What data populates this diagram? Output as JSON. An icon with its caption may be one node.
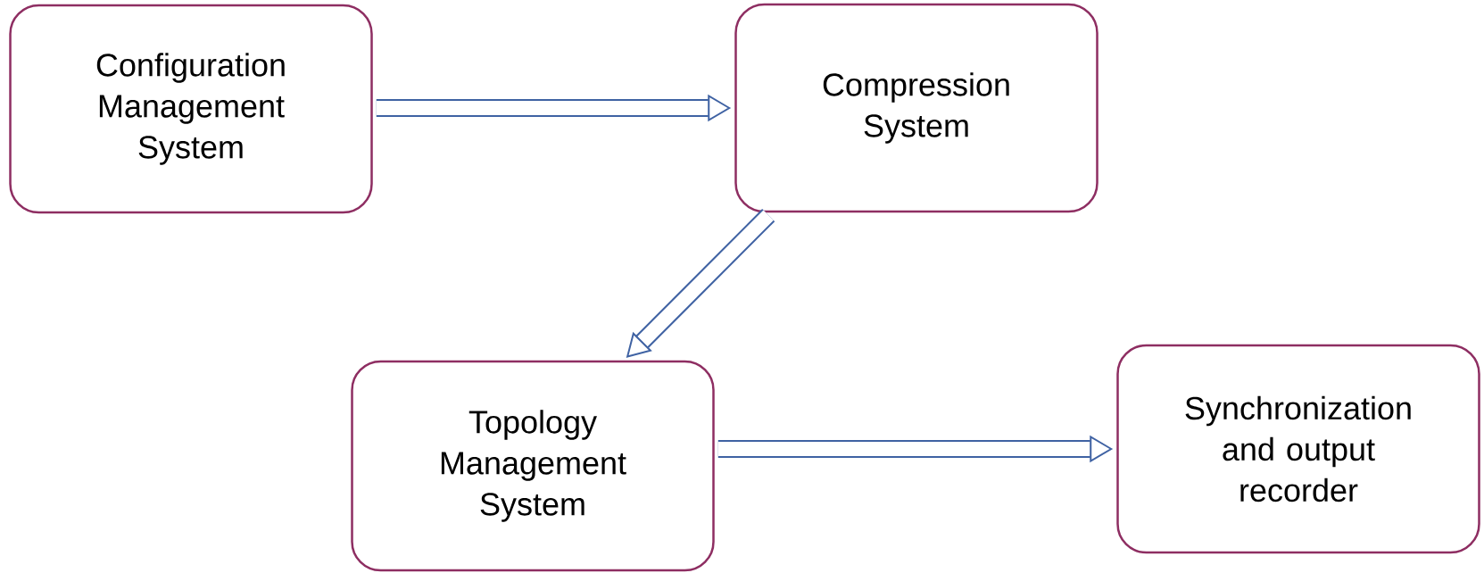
{
  "diagram": {
    "nodes": [
      {
        "text": [
          "Configuration Management System"
        ]
      },
      {
        "text": [
          "Compression System"
        ]
      },
      {
        "text": [
          "Topology Management System"
        ]
      },
      {
        "text": [
          "Synchronization and output recorder"
        ]
      }
    ],
    "edges": [
      {
        "from": 0,
        "to": 1,
        "arrow": "to"
      },
      {
        "from": 1,
        "to": 2,
        "arrow": "to"
      },
      {
        "from": 2,
        "to": 3,
        "arrow": "to"
      }
    ]
  }
}
